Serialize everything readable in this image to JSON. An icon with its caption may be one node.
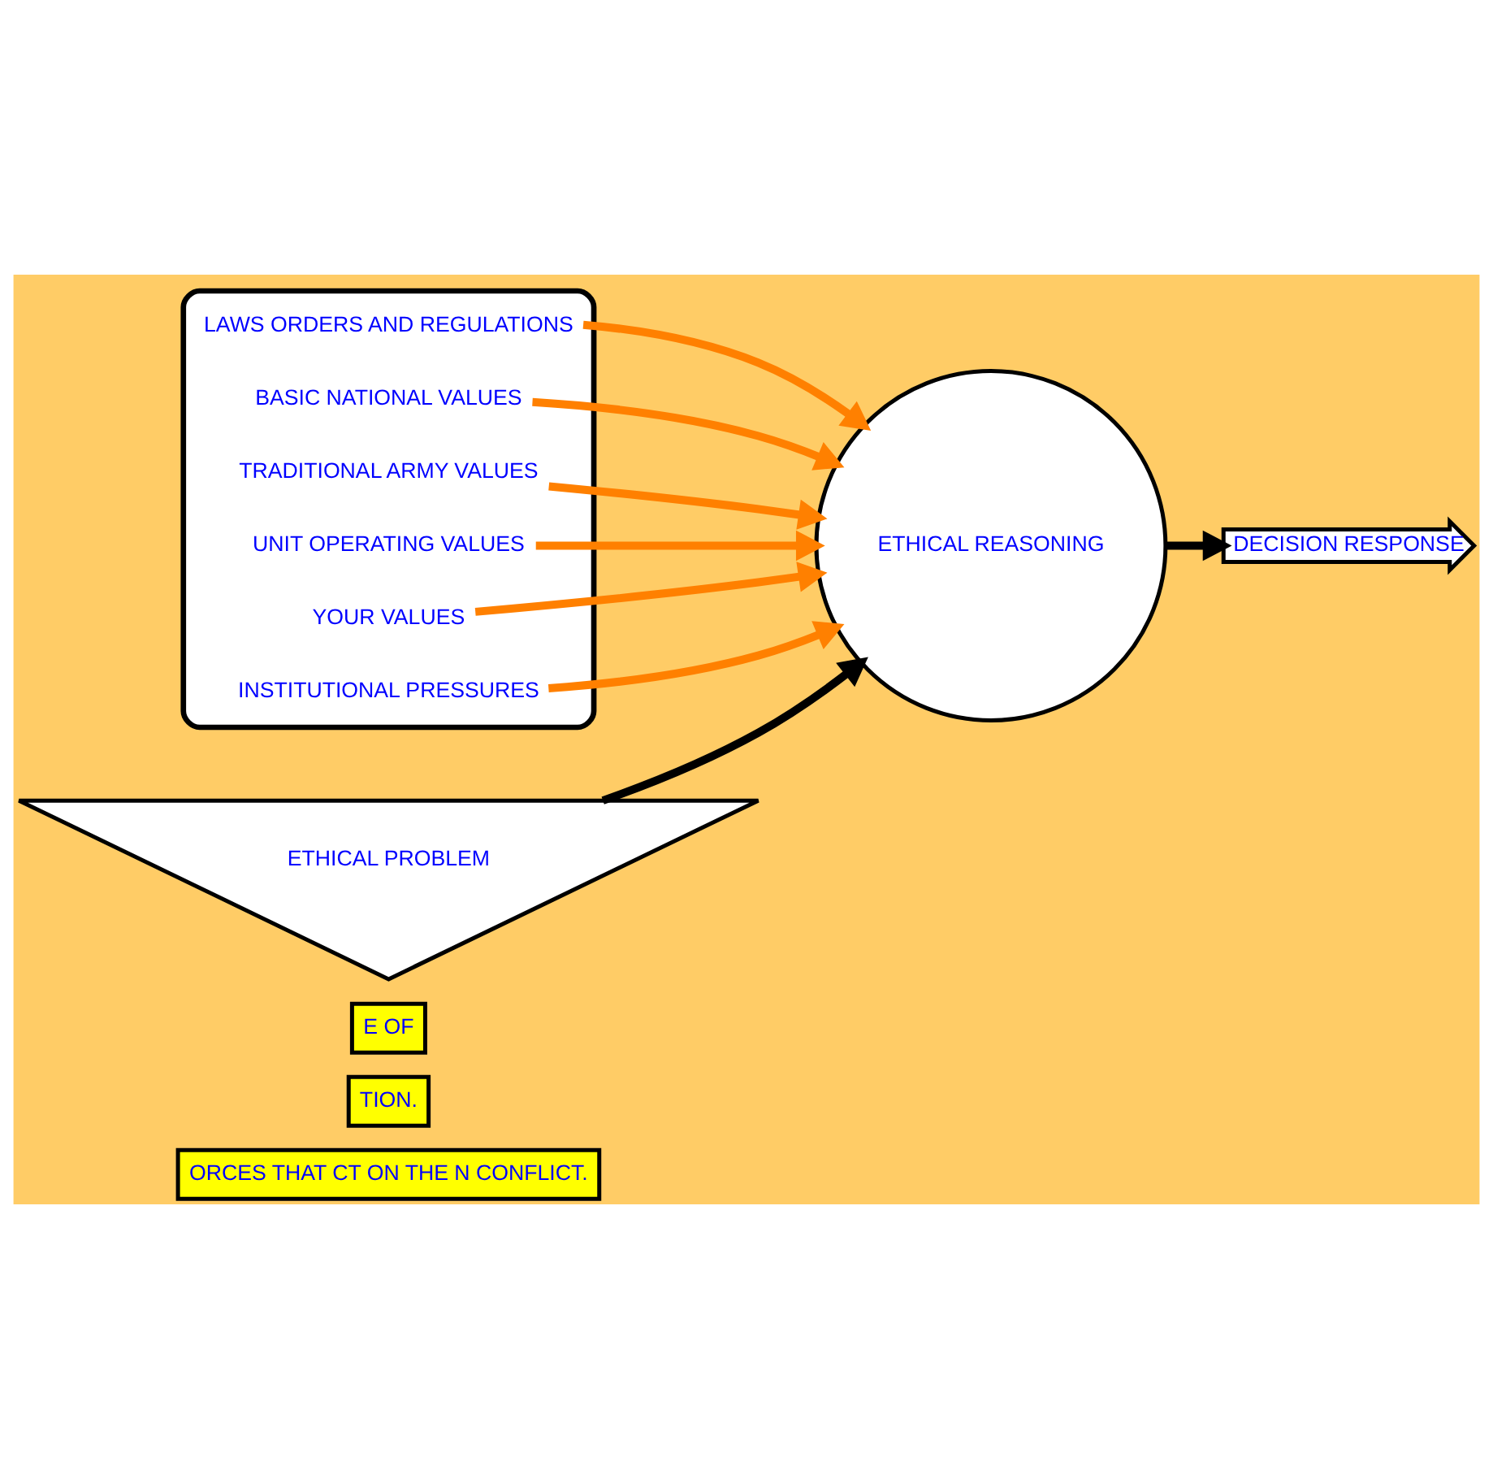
{
  "diagram": {
    "nodes": [
      {
        "text": [
          "ORCES THAT CT ON THE N CONFLICT."
        ]
      },
      {
        "text": [
          "TION."
        ]
      },
      {
        "text": [
          "E OF"
        ]
      },
      {
        "text": [],
        "shape": "sector"
      },
      {
        "text": [
          "ETHICAL PROBLEM"
        ]
      },
      {
        "text": [
          "ETHICAL REASONING"
        ]
      },
      {
        "text": [
          "DECISION RESPONSE"
        ]
      },
      {
        "text": [
          "LAWS ORDERS AND REGULATIONS"
        ],
        "in": 3
      },
      {
        "text": [
          "BASIC NATIONAL VALUES"
        ],
        "in": 3
      },
      {
        "text": [
          "TRADITIONAL ARMY VALUES"
        ],
        "in": 3
      },
      {
        "text": [
          "UNIT OPERATING VALUES"
        ],
        "in": 3
      },
      {
        "text": [
          "YOUR VALUES"
        ],
        "in": 3
      },
      {
        "text": [
          "INSTITUTIONAL PRESSURES"
        ],
        "in": 3
      }
    ],
    "edges": [
      {
        "from": 4,
        "to": 5,
        "arrow": "to",
        "color": "#000000"
      },
      {
        "from": 5,
        "to": 6,
        "arrow": "to",
        "color": "#000000"
      },
      {
        "from": 7,
        "to": 5,
        "arrow": "to"
      },
      {
        "from": 8,
        "to": 5,
        "arrow": "to"
      },
      {
        "from": 9,
        "to": 5,
        "arrow": "to"
      },
      {
        "from": 10,
        "to": 5,
        "arrow": "to"
      },
      {
        "from": 11,
        "to": 5,
        "arrow": "to"
      },
      {
        "from": 12,
        "to": 5,
        "arrow": "to"
      }
    ]
  }
}
